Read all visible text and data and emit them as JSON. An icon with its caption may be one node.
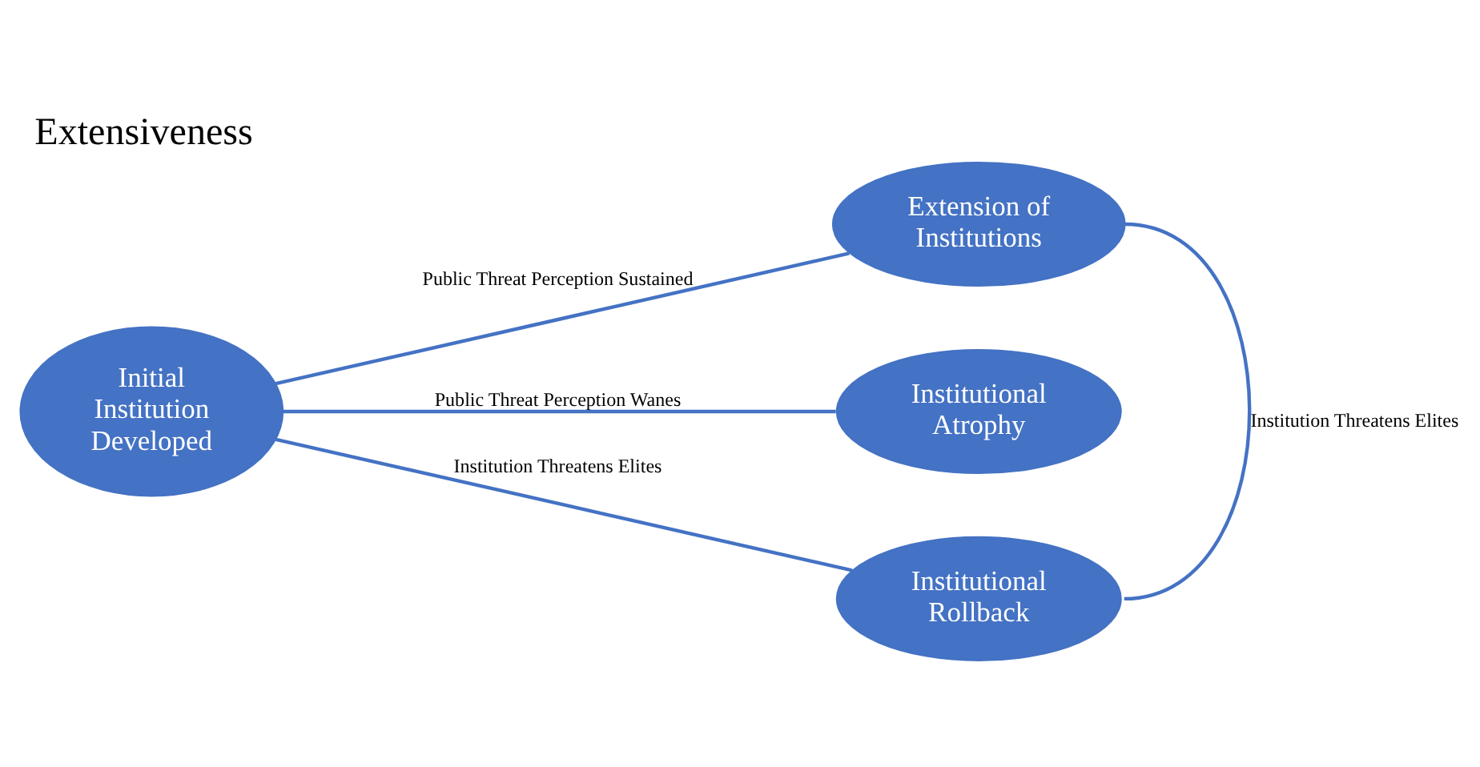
{
  "diagram": {
    "title": "Extensiveness",
    "nodes": [
      {
        "text": [
          "Initial Institution Developed"
        ]
      },
      {
        "text": [
          "Extension of Institutions"
        ]
      },
      {
        "text": [
          "Institutional Atrophy"
        ]
      },
      {
        "text": [
          "Institutional Rollback"
        ]
      }
    ],
    "edges": [
      {
        "from": 0,
        "to": 1,
        "arrow": "none",
        "label": "Public Threat Perception Sustained"
      },
      {
        "from": 0,
        "to": 2,
        "arrow": "none",
        "label": "Public Threat Perception Wanes"
      },
      {
        "from": 0,
        "to": 3,
        "arrow": "none",
        "label": "Institution Threatens Elites"
      },
      {
        "from": 1,
        "to": 3,
        "arrow": "none",
        "label": "Institution Threatens Elites"
      }
    ]
  }
}
